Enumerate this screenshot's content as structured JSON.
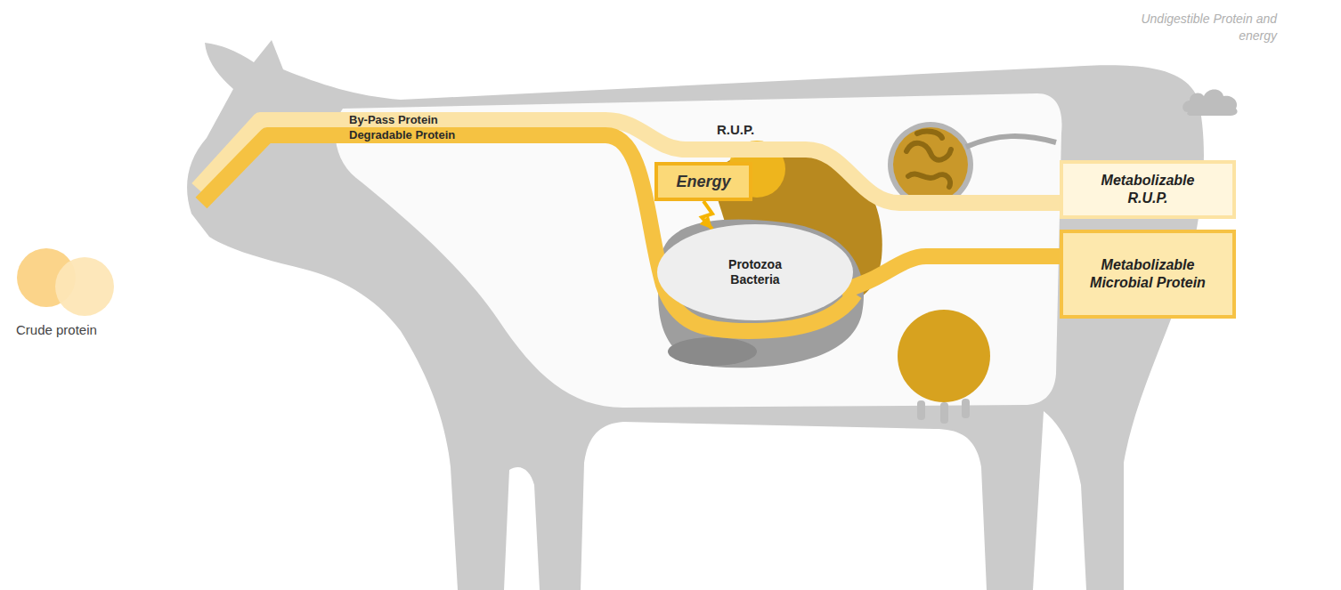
{
  "diagram": {
    "nodes": [
      {
        "text": [
          "Energy"
        ]
      },
      {
        "text": [
          "Protozoa Bacteria"
        ]
      },
      {
        "text": [
          "Metabolizable R.U.P."
        ]
      },
      {
        "text": [
          "Metabolizable Microbial Protein"
        ]
      }
    ],
    "edges": [
      {
        "from": 0,
        "to": 1,
        "arrow": "to"
      },
      {
        "from": 1,
        "to": 3,
        "arrow": "none"
      }
    ],
    "labels": [
      "By-Pass Protein",
      "Degradable Protein",
      "R.U.P.",
      "Undigestible Protein and energy",
      "Crude protein"
    ]
  }
}
